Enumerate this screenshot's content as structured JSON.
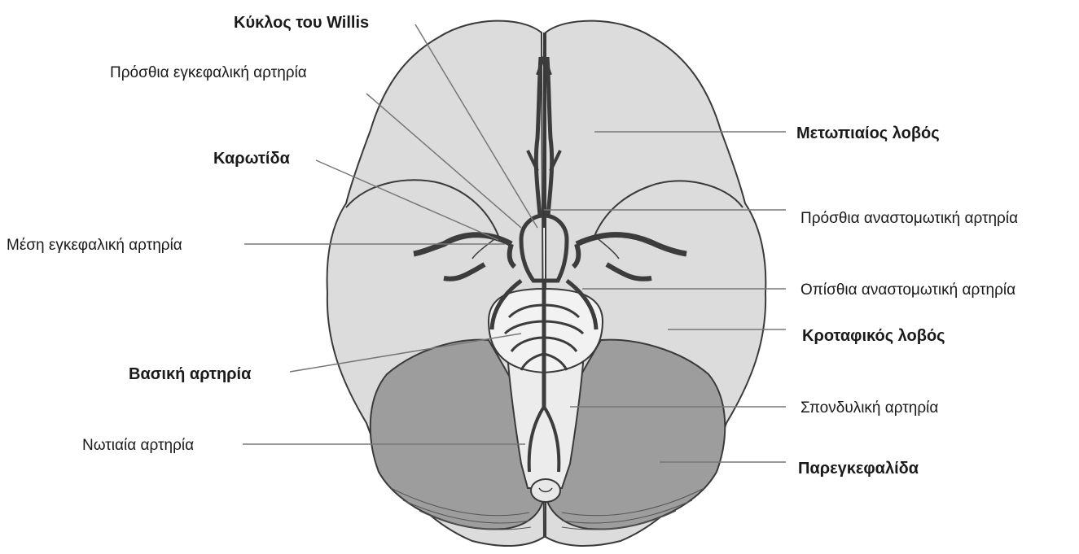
{
  "labels": {
    "circle_of_willis": "Κύκλος του Willis",
    "anterior_cerebral_artery": "Πρόσθια εγκεφαλική αρτηρία",
    "carotid": "Καρωτίδα",
    "middle_cerebral_artery": "Μέση εγκεφαλική αρτηρία",
    "basilar_artery": "Βασική αρτηρία",
    "spinal_artery": "Νωτιαία αρτηρία",
    "frontal_lobe": "Μετωπιαίος λοβός",
    "anterior_communicating_artery": "Πρόσθια αναστομωτική αρτηρία",
    "posterior_communicating_artery": "Οπίσθια αναστομωτική αρτηρία",
    "temporal_lobe": "Κροταφικός λοβός",
    "vertebral_artery": "Σπονδυλική αρτηρία",
    "cerebellum": "Παρεγκεφαλίδα"
  },
  "colors": {
    "cerebrum": "#dcdcdc",
    "cerebellum": "#9d9d9d",
    "outline": "#3a3a3a",
    "artery": "#3c3c3c",
    "leader": "#777777"
  }
}
